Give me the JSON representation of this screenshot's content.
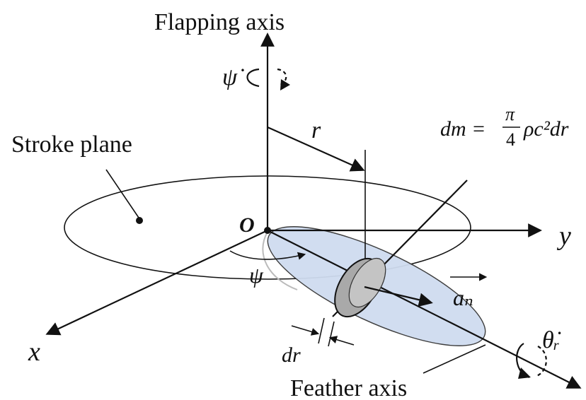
{
  "labels": {
    "flapping_axis": "Flapping axis",
    "psi_dot_top": "ψ̇",
    "r": "r",
    "stroke_plane": "Stroke plane",
    "origin": "O",
    "y": "y",
    "psi": "ψ",
    "x": "x",
    "a_n": "aₙ",
    "dr": "dr",
    "feather_axis": "Feather axis",
    "theta_r_dot": "θ̇ᵣ",
    "formula_lhs": "dm =",
    "formula_num": "π",
    "formula_den": "4",
    "formula_rhs": "ρc²dr"
  },
  "colors": {
    "wing_fill": "#cfdcf0",
    "disk_fill": "#a9a9a9",
    "ink": "#111111"
  }
}
